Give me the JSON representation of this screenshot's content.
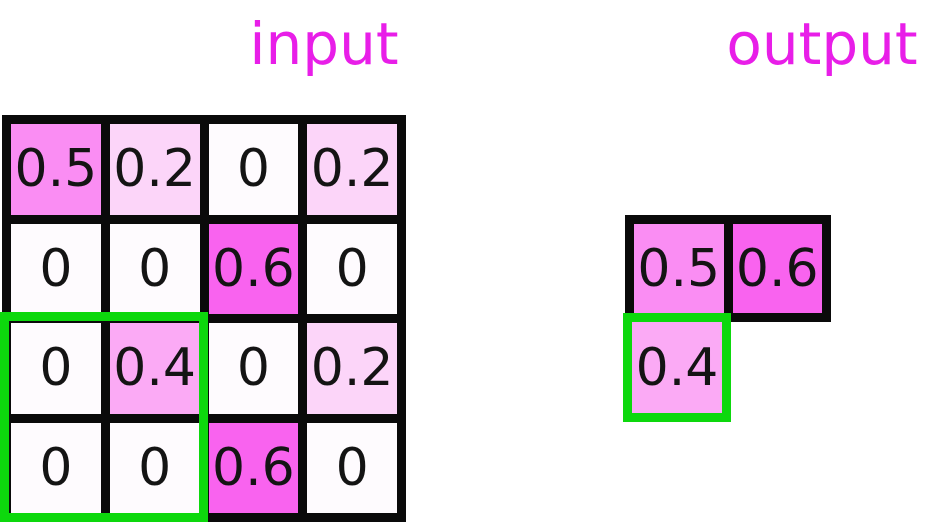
{
  "titles": {
    "input": "input",
    "output": "output"
  },
  "colors": {
    "title": "#e81ee8",
    "grid_line": "#0a0a0a",
    "highlight_green": "#0dd80d",
    "number_text": "#141414",
    "value_colors": {
      "0": "#fefbfe",
      "0.2": "#fcd5f9",
      "0.4": "#fbaaf5",
      "0.5": "#fa8df3",
      "0.6": "#f963ef"
    }
  },
  "input_grid": {
    "rows": 4,
    "cols": 4,
    "cells": [
      [
        "0.5",
        "0.2",
        "0",
        "0.2"
      ],
      [
        "0",
        "0",
        "0.6",
        "0"
      ],
      [
        "0",
        "0.4",
        "0",
        "0.2"
      ],
      [
        "0",
        "0",
        "0.6",
        "0"
      ]
    ],
    "highlight_window": {
      "rows": [
        3,
        4
      ],
      "cols": [
        1,
        2
      ]
    }
  },
  "output_grid": {
    "top_row": [
      "0.5",
      "0.6"
    ],
    "highlighted_cell": "0.4"
  }
}
